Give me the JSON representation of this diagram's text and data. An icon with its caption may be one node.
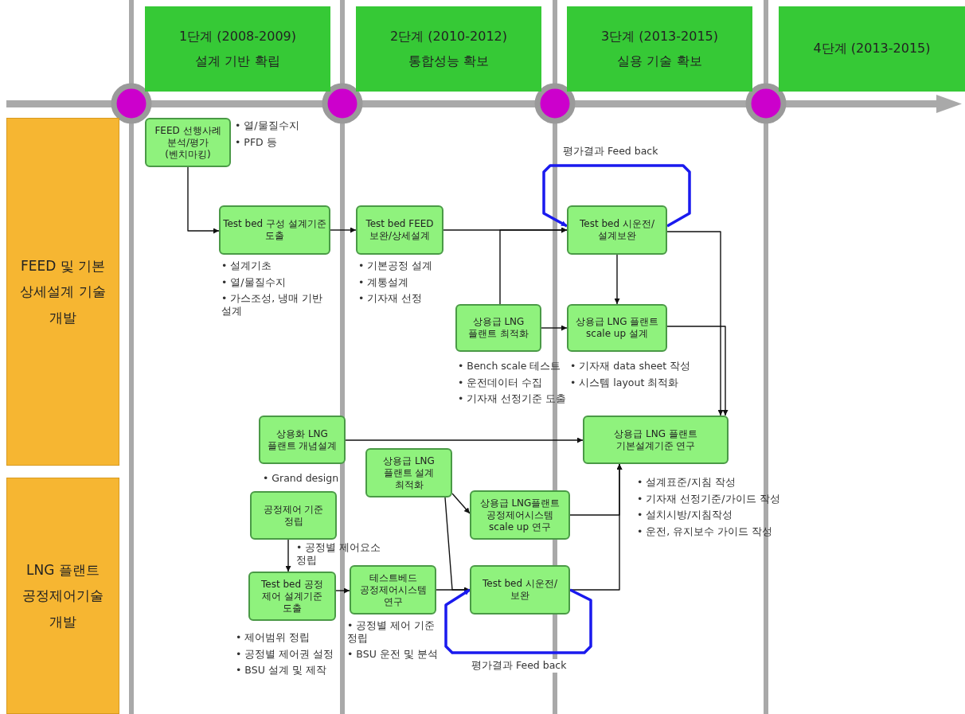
{
  "diagram": {
    "nodes": [
      {
        "text": [
          "1단계 (2008-2009)",
          "설계 기반 확립"
        ]
      },
      {
        "text": [
          "2단계 (2010-2012)",
          "통합성능 확보"
        ]
      },
      {
        "text": [
          "3단계 (2013-2015)",
          "실용 기술 확보"
        ]
      },
      {
        "text": [
          "4단계 (2013-2015)"
        ]
      },
      {
        "text": [
          "FEED 및 기본 상세설계 기술 개발"
        ]
      },
      {
        "text": [
          "LNG 플랜트 공정제어기술 개발"
        ]
      },
      {
        "text": [
          "FEED 선행사례 분석/평가 (벤치마킹)"
        ],
        "beside": [
          "• 열/물질수지",
          "• PFD 등"
        ]
      },
      {
        "text": [
          "Test bed 구성 설계기준 도출"
        ],
        "beside": [
          "• 설계기초",
          "• 열/물질수지",
          "• 가스조성, 냉매 기반 설계"
        ]
      },
      {
        "text": [
          "Test bed FEED 보완/상세설계"
        ],
        "beside": [
          "• 기본공정 설계",
          "• 계통설계",
          "• 기자재 선정"
        ]
      },
      {
        "text": [
          "Test bed 시운전/설계보완"
        ]
      },
      {
        "text": [
          "상용급 LNG 플랜트 최적화"
        ],
        "beside": [
          "• Bench scale 테스트",
          "• 운전데이터 수집",
          "• 기자재 선정기준 도출"
        ]
      },
      {
        "text": [
          "상용급 LNG 플랜트 scale up 설계"
        ],
        "beside": [
          "• 기자재 data sheet 작성",
          "• 시스템 layout 최적화"
        ]
      },
      {
        "text": [
          "상용화 LNG 플랜트 개념설계"
        ],
        "beside": [
          "• Grand design"
        ]
      },
      {
        "text": [
          "상용급 LNG 플랜트 기본설계기준 연구"
        ],
        "beside": [
          "• 설계표준/지침 작성",
          "• 기자재 선정기준/가이드 작성",
          "• 설치시방/지침작성",
          "• 운전, 유지보수 가이드 작성"
        ]
      },
      {
        "text": [
          "상용급 LNG 플랜트 설계 최적화"
        ]
      },
      {
        "text": [
          "공정제어 기준 정립"
        ],
        "beside": [
          "• 공정별 제어요소 정립"
        ]
      },
      {
        "text": [
          "상용급 LNG플랜트 공정제어시스템 scale up 연구"
        ]
      },
      {
        "text": [
          "Test bed 공정 제어 설계기준 도출"
        ],
        "beside": [
          "• 제어범위 정립",
          "• 공정별 제어권 설정",
          "• BSU 설계 및 제작"
        ]
      },
      {
        "text": [
          "테스트베드 공정제어시스템 연구"
        ],
        "beside": [
          "• 공정별 제어 기준 정립",
          "• BSU 운전 및 분석"
        ]
      },
      {
        "text": [
          "Test bed 시운전/보완"
        ]
      }
    ],
    "edges": [
      {
        "from": 6,
        "to": 7,
        "arrow": "to"
      },
      {
        "from": 7,
        "to": 8,
        "arrow": "to"
      },
      {
        "from": 8,
        "to": 9,
        "arrow": "to"
      },
      {
        "from": 10,
        "to": 9,
        "arrow": "to"
      },
      {
        "from": 9,
        "to": 9,
        "arrow": "to",
        "label": "평가결과 Feed back",
        "style": "thick",
        "color": "#1a1aee"
      },
      {
        "from": 9,
        "to": 11,
        "arrow": "to"
      },
      {
        "from": 10,
        "to": 11,
        "arrow": "to"
      },
      {
        "from": 9,
        "to": 13,
        "arrow": "to"
      },
      {
        "from": 11,
        "to": 13,
        "arrow": "to"
      },
      {
        "from": 12,
        "to": 13,
        "arrow": "to"
      },
      {
        "from": 14,
        "to": 16,
        "arrow": "to"
      },
      {
        "from": 14,
        "to": 19,
        "arrow": "to"
      },
      {
        "from": 15,
        "to": 17,
        "arrow": "to"
      },
      {
        "from": 17,
        "to": 18,
        "arrow": "to"
      },
      {
        "from": 18,
        "to": 19,
        "arrow": "to"
      },
      {
        "from": 16,
        "to": 13,
        "arrow": "to"
      },
      {
        "from": 19,
        "to": 13,
        "arrow": "to"
      },
      {
        "from": 19,
        "to": 19,
        "arrow": "to",
        "label": "평가결과 Feed back",
        "style": "thick",
        "color": "#1a1aee"
      }
    ]
  }
}
